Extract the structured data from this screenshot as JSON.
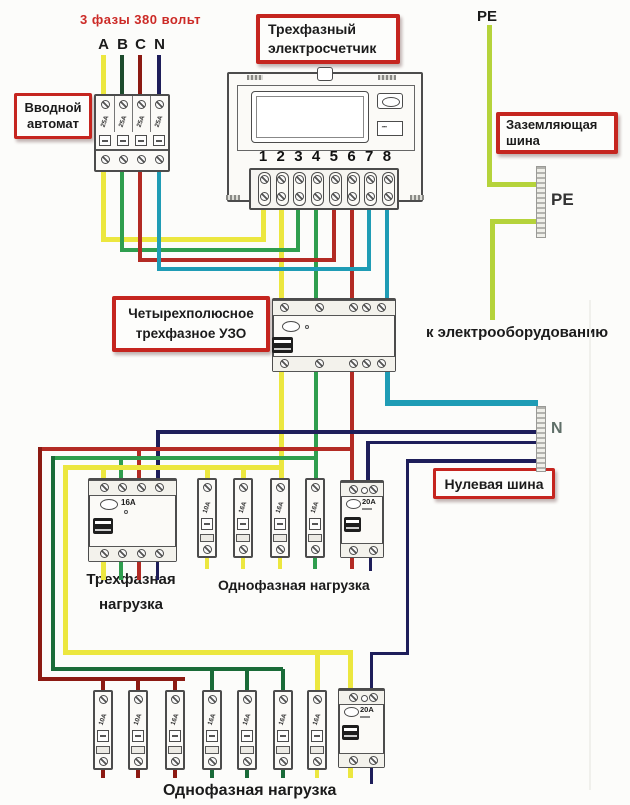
{
  "supply": {
    "note": "3 фазы 380 вольт",
    "phases": [
      "A",
      "B",
      "C",
      "N"
    ],
    "pe_label": "PE"
  },
  "boxes": {
    "input_breaker": [
      "Вводной",
      "автомат"
    ],
    "meter": [
      "Трехфазный",
      "электросчетчик"
    ],
    "ground_bus": [
      "Заземляющая",
      "шина"
    ],
    "rcd": [
      "Четырехполюсное",
      "трехфазное УЗО"
    ],
    "neutral_bus": "Нулевая шина"
  },
  "labels": {
    "pe_bus": "PE",
    "n_bus": "N",
    "to_equipment": "к электрооборудованию",
    "three_phase_load": [
      "Трехфазная",
      "нагрузка"
    ],
    "single_phase_load_mid": "Однофазная нагрузка",
    "single_phase_load_bottom": "Однофазная нагрузка"
  },
  "meter": {
    "terminals": [
      "1",
      "2",
      "3",
      "4",
      "5",
      "6",
      "7",
      "8"
    ]
  },
  "ratings": {
    "input_poles": [
      "25А",
      "25А",
      "25А",
      "25А"
    ],
    "three_phase_rcd": "16А",
    "mid_singles": [
      "10А",
      "16А",
      "16А",
      "16А"
    ],
    "mid_rcd": "20А",
    "bottom_singles": [
      "10А",
      "10А",
      "16А",
      "16А",
      "16А",
      "16А",
      "16А"
    ],
    "bottom_rcd": "20А"
  },
  "colors": {
    "phase_a": "#ece73f",
    "phase_b": "#2f9e4e",
    "phase_b_dark": "#1a6b38",
    "phase_b_darkest": "#1d4c2d",
    "phase_c": "#b32b24",
    "phase_c_dark": "#8c1a12",
    "neutral": "#1e1e5a",
    "neutral_teal": "#1f9cb5",
    "pe": "#b5d33b",
    "accent": "#c5251f",
    "note_red": "#cc2a26"
  }
}
